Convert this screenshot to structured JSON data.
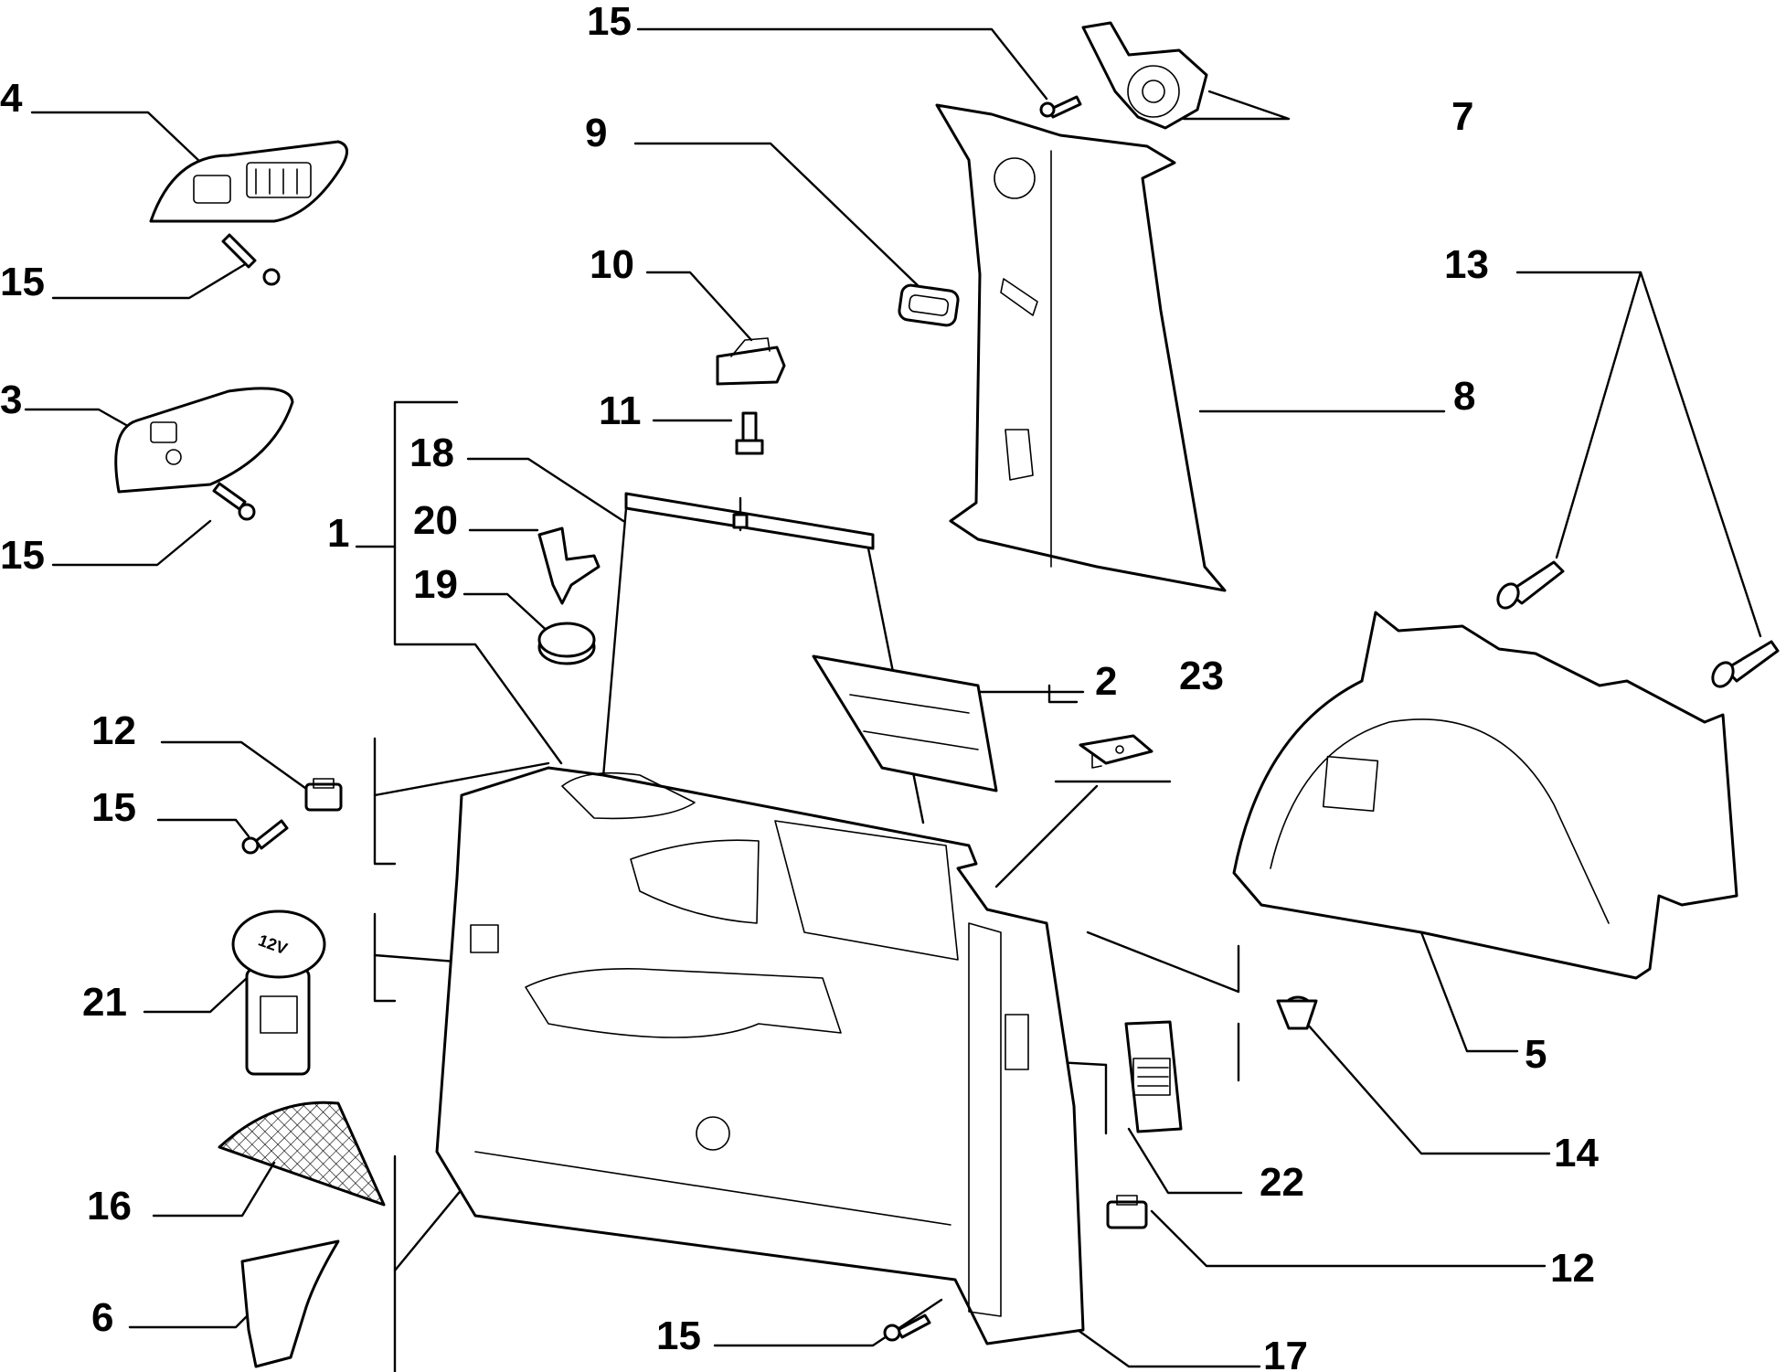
{
  "callouts": [
    {
      "id": "c-15-top",
      "text": "15"
    },
    {
      "id": "c-7",
      "text": "7"
    },
    {
      "id": "c-4",
      "text": "4"
    },
    {
      "id": "c-9",
      "text": "9"
    },
    {
      "id": "c-15-a",
      "text": "15"
    },
    {
      "id": "c-10",
      "text": "10"
    },
    {
      "id": "c-13",
      "text": "13"
    },
    {
      "id": "c-8",
      "text": "8"
    },
    {
      "id": "c-3",
      "text": "3"
    },
    {
      "id": "c-11",
      "text": "11"
    },
    {
      "id": "c-18",
      "text": "18"
    },
    {
      "id": "c-15-b",
      "text": "15"
    },
    {
      "id": "c-20",
      "text": "20"
    },
    {
      "id": "c-1",
      "text": "1"
    },
    {
      "id": "c-19",
      "text": "19"
    },
    {
      "id": "c-2",
      "text": "2"
    },
    {
      "id": "c-23",
      "text": "23"
    },
    {
      "id": "c-12-a",
      "text": "12"
    },
    {
      "id": "c-15-c",
      "text": "15"
    },
    {
      "id": "c-21",
      "text": "21"
    },
    {
      "id": "c-5",
      "text": "5"
    },
    {
      "id": "c-14",
      "text": "14"
    },
    {
      "id": "c-22",
      "text": "22"
    },
    {
      "id": "c-16",
      "text": "16"
    },
    {
      "id": "c-12-b",
      "text": "12"
    },
    {
      "id": "c-6",
      "text": "6"
    },
    {
      "id": "c-15-d",
      "text": "15"
    },
    {
      "id": "c-17",
      "text": "17"
    }
  ],
  "socket_marking": "12V"
}
